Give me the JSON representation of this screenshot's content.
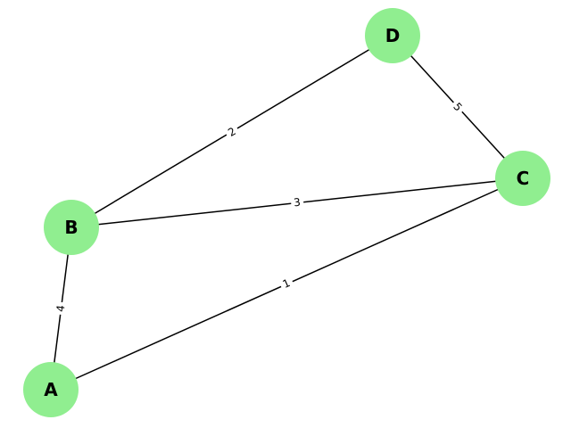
{
  "diagram": {
    "type": "weighted-undirected-graph",
    "background_color": "#ffffff",
    "node_color": "#90ee90",
    "edge_color": "#000000",
    "label_color": "#000000",
    "nodes": [
      {
        "id": "A",
        "label": "A"
      },
      {
        "id": "B",
        "label": "B"
      },
      {
        "id": "C",
        "label": "C"
      },
      {
        "id": "D",
        "label": "D"
      }
    ],
    "edges": [
      {
        "from": "B",
        "to": "D",
        "weight": "2"
      },
      {
        "from": "D",
        "to": "C",
        "weight": "5"
      },
      {
        "from": "B",
        "to": "C",
        "weight": "3"
      },
      {
        "from": "A",
        "to": "C",
        "weight": "1"
      },
      {
        "from": "A",
        "to": "B",
        "weight": "4"
      }
    ]
  }
}
